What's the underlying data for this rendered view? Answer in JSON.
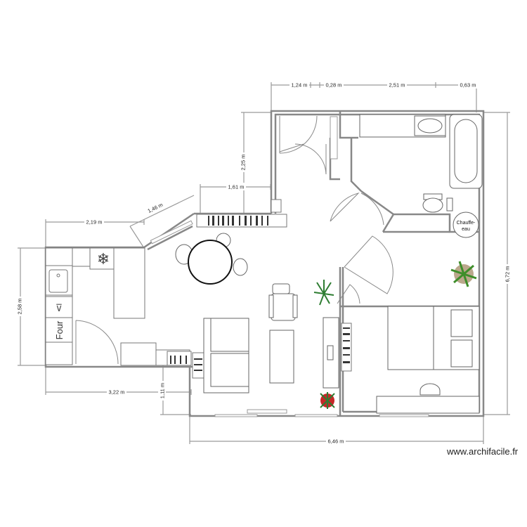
{
  "plan": {
    "dimensions": {
      "d_124": "1,24 m",
      "d_028": "0,28 m",
      "d_251": "2,51 m",
      "d_063": "0,63 m",
      "d_225": "2,25 m",
      "d_161": "1,61 m",
      "d_146": "1,46 m",
      "d_219": "2,19 m",
      "d_258": "2,58 m",
      "d_322": "3,22 m",
      "d_111": "1,11 m",
      "d_646": "6,46 m",
      "d_672": "6,72 m"
    },
    "labels": {
      "oven": "Four",
      "water_heater_line1": "Chauffe-",
      "water_heater_line2": "eau"
    }
  },
  "watermark": "www.archifacile.fr"
}
